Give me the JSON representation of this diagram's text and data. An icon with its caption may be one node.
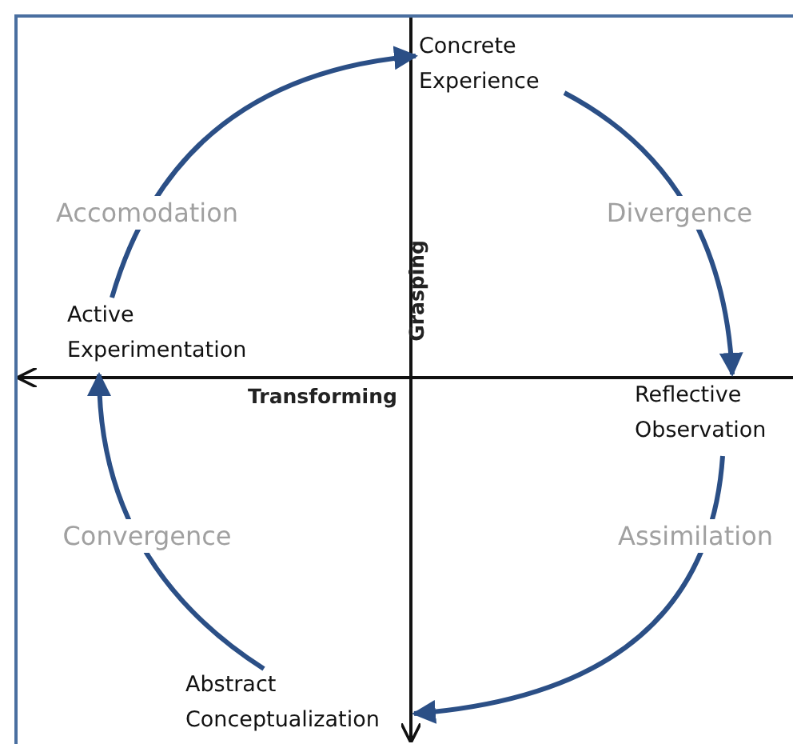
{
  "diagram": {
    "nodes": [
      {
        "text": [
          "Concrete Experience"
        ]
      },
      {
        "text": [
          "Reflective Observation"
        ]
      },
      {
        "text": [
          "Abstract Conceptualization"
        ]
      },
      {
        "text": [
          "Active Experimentation"
        ]
      }
    ],
    "edges": [
      {
        "from": 0,
        "to": 1,
        "arrow": "to",
        "label": "Divergence"
      },
      {
        "from": 1,
        "to": 2,
        "arrow": "to",
        "label": "Assimilation"
      },
      {
        "from": 2,
        "to": 3,
        "arrow": "to",
        "label": "Convergence"
      },
      {
        "from": 3,
        "to": 0,
        "arrow": "to",
        "label": "Accomodation"
      }
    ],
    "labels": [
      "Grasping",
      "Transforming"
    ]
  }
}
